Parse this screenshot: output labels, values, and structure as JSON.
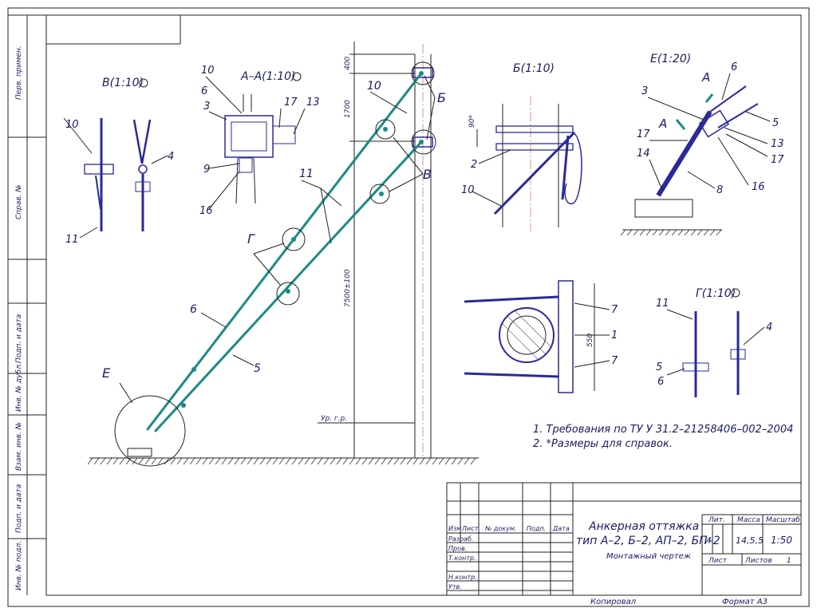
{
  "side_labels": [
    "Перв. примен.",
    "Справ. №",
    "Подп. и дата",
    "Инв. № дубл.",
    "Взам. инв. №",
    "Подп. и дата",
    "Инв. № подл."
  ],
  "views": {
    "v_title": "В(1:10)",
    "aa_title": "А–А(1:10)",
    "b_title": "Б(1:10)",
    "e_title": "Е(1:20)",
    "g_title": "Г(1:10)"
  },
  "callouts": {
    "b": "Б",
    "v": "В",
    "g": "Г",
    "e": "Е",
    "a1": "А",
    "a2": "А",
    "n10_main": "10",
    "n11_main": "11",
    "n6_main": "6",
    "n5_main": "5",
    "v_10": "10",
    "v_4": "4",
    "v_11": "11",
    "aa_10": "10",
    "aa_6": "6",
    "aa_3": "3",
    "aa_9": "9",
    "aa_16": "16",
    "aa_17": "17",
    "aa_13": "13",
    "b_2": "2",
    "b_10": "10",
    "b_dim": "90*",
    "e_6": "6",
    "e_3": "3",
    "e_5": "5",
    "e_17a": "17",
    "e_14": "14",
    "e_13": "13",
    "e_17b": "17",
    "e_8": "8",
    "e_16": "16",
    "c_7a": "7",
    "c_1": "1",
    "c_7b": "7",
    "c_dim": "550",
    "g_11": "11",
    "g_4": "4",
    "g_5": "5",
    "g_6": "6"
  },
  "dims": {
    "d400": "400",
    "d1700": "1700",
    "d7500": "7500±100",
    "ground": "Ур. г.р."
  },
  "notes": [
    "1. Требования по ТУ У 31.2–21258406–002–2004",
    "2. *Размеры для справок."
  ],
  "title_block": {
    "title_line1": "Анкерная оттяжка",
    "title_line2": "тип А–2, Б–2, АП–2, БП–2",
    "subtitle": "Монтажный чертеж",
    "col_izm": "Изм.",
    "col_list": "Лист",
    "col_docnum": "№ докум.",
    "col_sign": "Подп.",
    "col_date": "Дата",
    "row_razrab": "Разраб.",
    "row_prov": "Пров.",
    "row_tkontr": "Т.контр.",
    "row_nkontr": "Н.контр.",
    "row_utv": "Утв.",
    "lit_h": "Лит.",
    "massa_h": "Масса",
    "masshtab_h": "Масштаб",
    "lit_val": "И",
    "massa_val": "14,5,5",
    "masshtab_val": "1:50",
    "list_label": "Лист",
    "listov_label": "Листов",
    "listov_val": "1",
    "copied": "Копировал",
    "format": "Формат  А3"
  }
}
